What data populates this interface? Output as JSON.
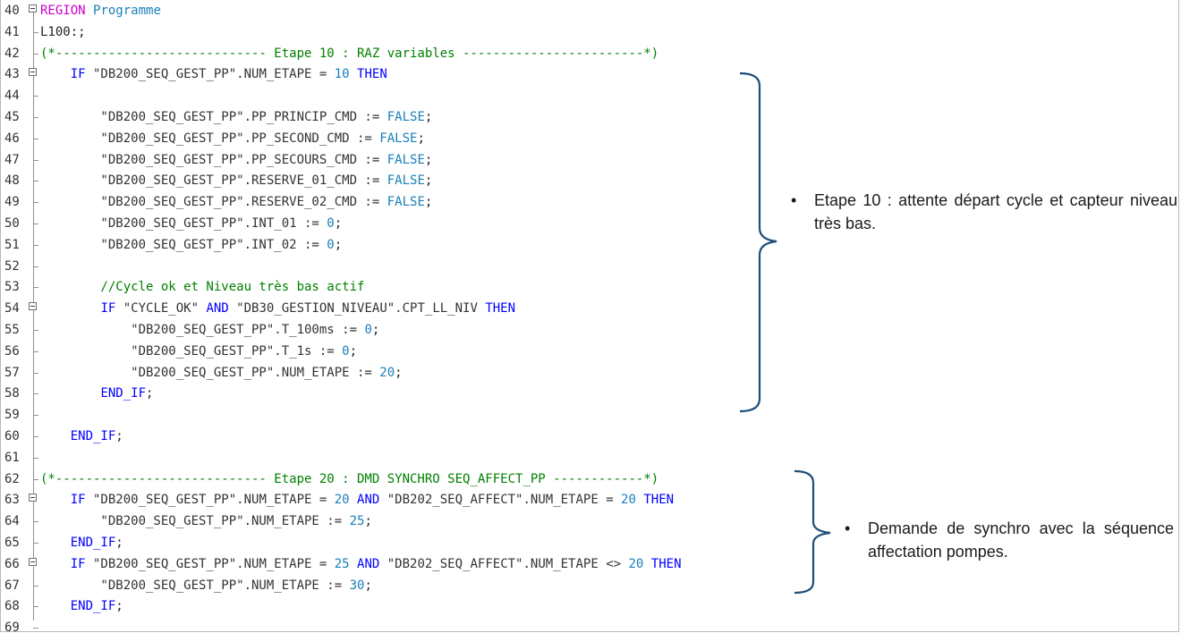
{
  "editor": {
    "lines": [
      {
        "n": "40",
        "fold": true,
        "segs": [
          {
            "c": "kw2",
            "t": "REGION"
          },
          {
            "c": "txt",
            "t": " "
          },
          {
            "c": "num",
            "t": "Programme"
          }
        ]
      },
      {
        "n": "41",
        "fold": false,
        "segs": [
          {
            "c": "txt",
            "t": "L100:;"
          }
        ]
      },
      {
        "n": "42",
        "fold": false,
        "segs": [
          {
            "c": "cm",
            "t": "(*---------------------------- Etape 10 : RAZ variables ------------------------*)"
          }
        ]
      },
      {
        "n": "43",
        "fold": true,
        "segs": [
          {
            "c": "txt",
            "t": "    "
          },
          {
            "c": "kw",
            "t": "IF"
          },
          {
            "c": "str",
            "t": " \"DB200_SEQ_GEST_PP\".NUM_ETAPE = "
          },
          {
            "c": "num",
            "t": "10"
          },
          {
            "c": "txt",
            "t": " "
          },
          {
            "c": "kw",
            "t": "THEN"
          }
        ]
      },
      {
        "n": "44",
        "fold": false,
        "segs": []
      },
      {
        "n": "45",
        "fold": false,
        "segs": [
          {
            "c": "str",
            "t": "        \"DB200_SEQ_GEST_PP\".PP_PRINCIP_CMD := "
          },
          {
            "c": "num",
            "t": "FALSE"
          },
          {
            "c": "txt",
            "t": ";"
          }
        ]
      },
      {
        "n": "46",
        "fold": false,
        "segs": [
          {
            "c": "str",
            "t": "        \"DB200_SEQ_GEST_PP\".PP_SECOND_CMD := "
          },
          {
            "c": "num",
            "t": "FALSE"
          },
          {
            "c": "txt",
            "t": ";"
          }
        ]
      },
      {
        "n": "47",
        "fold": false,
        "segs": [
          {
            "c": "str",
            "t": "        \"DB200_SEQ_GEST_PP\".PP_SECOURS_CMD := "
          },
          {
            "c": "num",
            "t": "FALSE"
          },
          {
            "c": "txt",
            "t": ";"
          }
        ]
      },
      {
        "n": "48",
        "fold": false,
        "segs": [
          {
            "c": "str",
            "t": "        \"DB200_SEQ_GEST_PP\".RESERVE_01_CMD := "
          },
          {
            "c": "num",
            "t": "FALSE"
          },
          {
            "c": "txt",
            "t": ";"
          }
        ]
      },
      {
        "n": "49",
        "fold": false,
        "segs": [
          {
            "c": "str",
            "t": "        \"DB200_SEQ_GEST_PP\".RESERVE_02_CMD := "
          },
          {
            "c": "num",
            "t": "FALSE"
          },
          {
            "c": "txt",
            "t": ";"
          }
        ]
      },
      {
        "n": "50",
        "fold": false,
        "segs": [
          {
            "c": "str",
            "t": "        \"DB200_SEQ_GEST_PP\".INT_01 := "
          },
          {
            "c": "num",
            "t": "0"
          },
          {
            "c": "txt",
            "t": ";"
          }
        ]
      },
      {
        "n": "51",
        "fold": false,
        "segs": [
          {
            "c": "str",
            "t": "        \"DB200_SEQ_GEST_PP\".INT_02 := "
          },
          {
            "c": "num",
            "t": "0"
          },
          {
            "c": "txt",
            "t": ";"
          }
        ]
      },
      {
        "n": "52",
        "fold": false,
        "segs": []
      },
      {
        "n": "53",
        "fold": false,
        "segs": [
          {
            "c": "cm",
            "t": "        //Cycle ok et Niveau très bas actif"
          }
        ]
      },
      {
        "n": "54",
        "fold": true,
        "segs": [
          {
            "c": "txt",
            "t": "        "
          },
          {
            "c": "kw",
            "t": "IF"
          },
          {
            "c": "str",
            "t": " \"CYCLE_OK\" "
          },
          {
            "c": "kw",
            "t": "AND"
          },
          {
            "c": "str",
            "t": " \"DB30_GESTION_NIVEAU\".CPT_LL_NIV "
          },
          {
            "c": "kw",
            "t": "THEN"
          }
        ]
      },
      {
        "n": "55",
        "fold": false,
        "segs": [
          {
            "c": "str",
            "t": "            \"DB200_SEQ_GEST_PP\".T_100ms := "
          },
          {
            "c": "num",
            "t": "0"
          },
          {
            "c": "txt",
            "t": ";"
          }
        ]
      },
      {
        "n": "56",
        "fold": false,
        "segs": [
          {
            "c": "str",
            "t": "            \"DB200_SEQ_GEST_PP\".T_1s := "
          },
          {
            "c": "num",
            "t": "0"
          },
          {
            "c": "txt",
            "t": ";"
          }
        ]
      },
      {
        "n": "57",
        "fold": false,
        "segs": [
          {
            "c": "str",
            "t": "            \"DB200_SEQ_GEST_PP\".NUM_ETAPE := "
          },
          {
            "c": "num",
            "t": "20"
          },
          {
            "c": "txt",
            "t": ";"
          }
        ]
      },
      {
        "n": "58",
        "fold": false,
        "segs": [
          {
            "c": "txt",
            "t": "        "
          },
          {
            "c": "kw",
            "t": "END_IF"
          },
          {
            "c": "txt",
            "t": ";"
          }
        ]
      },
      {
        "n": "59",
        "fold": false,
        "segs": []
      },
      {
        "n": "60",
        "fold": false,
        "segs": [
          {
            "c": "txt",
            "t": "    "
          },
          {
            "c": "kw",
            "t": "END_IF"
          },
          {
            "c": "txt",
            "t": ";"
          }
        ]
      },
      {
        "n": "61",
        "fold": false,
        "segs": []
      },
      {
        "n": "62",
        "fold": false,
        "segs": [
          {
            "c": "cm",
            "t": "(*---------------------------- Etape 20 : DMD SYNCHRO SEQ_AFFECT_PP ------------*)"
          }
        ]
      },
      {
        "n": "63",
        "fold": true,
        "segs": [
          {
            "c": "txt",
            "t": "    "
          },
          {
            "c": "kw",
            "t": "IF"
          },
          {
            "c": "str",
            "t": " \"DB200_SEQ_GEST_PP\".NUM_ETAPE = "
          },
          {
            "c": "num",
            "t": "20"
          },
          {
            "c": "txt",
            "t": " "
          },
          {
            "c": "kw",
            "t": "AND"
          },
          {
            "c": "str",
            "t": " \"DB202_SEQ_AFFECT\".NUM_ETAPE = "
          },
          {
            "c": "num",
            "t": "20"
          },
          {
            "c": "txt",
            "t": " "
          },
          {
            "c": "kw",
            "t": "THEN"
          }
        ]
      },
      {
        "n": "64",
        "fold": false,
        "segs": [
          {
            "c": "str",
            "t": "        \"DB200_SEQ_GEST_PP\".NUM_ETAPE := "
          },
          {
            "c": "num",
            "t": "25"
          },
          {
            "c": "txt",
            "t": ";"
          }
        ]
      },
      {
        "n": "65",
        "fold": false,
        "segs": [
          {
            "c": "txt",
            "t": "    "
          },
          {
            "c": "kw",
            "t": "END_IF"
          },
          {
            "c": "txt",
            "t": ";"
          }
        ]
      },
      {
        "n": "66",
        "fold": true,
        "segs": [
          {
            "c": "txt",
            "t": "    "
          },
          {
            "c": "kw",
            "t": "IF"
          },
          {
            "c": "str",
            "t": " \"DB200_SEQ_GEST_PP\".NUM_ETAPE = "
          },
          {
            "c": "num",
            "t": "25"
          },
          {
            "c": "txt",
            "t": " "
          },
          {
            "c": "kw",
            "t": "AND"
          },
          {
            "c": "str",
            "t": " \"DB202_SEQ_AFFECT\".NUM_ETAPE <> "
          },
          {
            "c": "num",
            "t": "20"
          },
          {
            "c": "txt",
            "t": " "
          },
          {
            "c": "kw",
            "t": "THEN"
          }
        ]
      },
      {
        "n": "67",
        "fold": false,
        "segs": [
          {
            "c": "str",
            "t": "        \"DB200_SEQ_GEST_PP\".NUM_ETAPE := "
          },
          {
            "c": "num",
            "t": "30"
          },
          {
            "c": "txt",
            "t": ";"
          }
        ]
      },
      {
        "n": "68",
        "fold": false,
        "segs": [
          {
            "c": "txt",
            "t": "    "
          },
          {
            "c": "kw",
            "t": "END_IF"
          },
          {
            "c": "txt",
            "t": ";"
          }
        ]
      },
      {
        "n": "69",
        "fold": false,
        "segs": []
      }
    ]
  },
  "annotations": {
    "etape10": {
      "bullet": "•",
      "text": "Etape 10 : attente départ cycle et capteur niveau très bas."
    },
    "etape20": {
      "bullet": "•",
      "text": "Demande de synchro avec la séquence affectation pompes."
    }
  },
  "colors": {
    "bracket": "#1f4e79"
  }
}
